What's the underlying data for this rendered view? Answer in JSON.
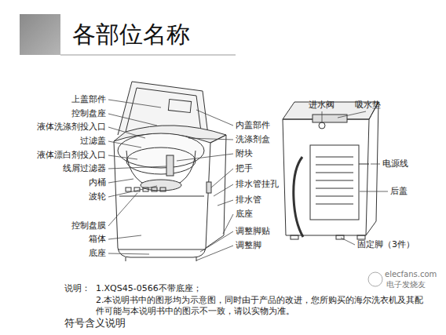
{
  "diagram": {
    "title": "各部位名称",
    "labels": [
      "上盖部件",
      "控制盘座",
      "液体洗涤剂投入口",
      "过滤盖",
      "液体漂白剂投入口",
      "线屑过滤器",
      "内桶",
      "波轮",
      "控制盘膜",
      "箱体",
      "底座",
      "内盖部件",
      "洗涤剂盒",
      "附块",
      "把手",
      "排水管挂孔",
      "排水管",
      "底座",
      "调整脚贴",
      "调整脚",
      "进水阀",
      "吸水垫",
      "电源线",
      "后盖",
      "固定脚（3件）",
      "说明：",
      "1.XQS45-0566不带底座；",
      "2.本说明书中的图形均为示意图，同时由于产品的改进，您所购买的海尔洗衣机及其配件可能与本说明书中的图示不一致，请以实物为准。",
      "elecfans.com",
      "电子发烧友",
      "符号含义说明"
    ]
  }
}
